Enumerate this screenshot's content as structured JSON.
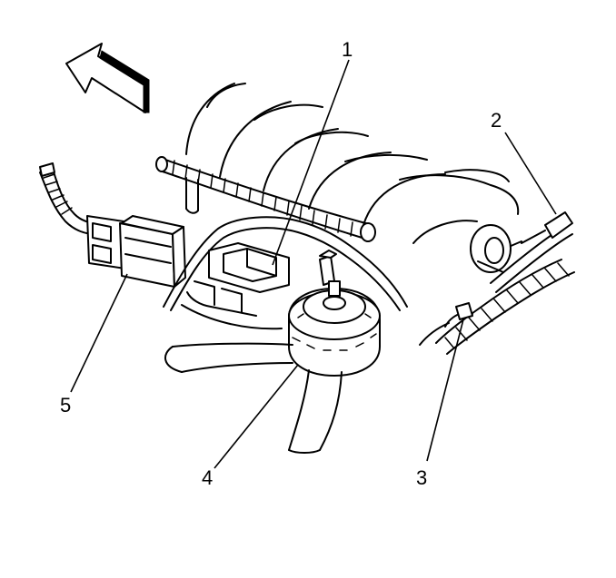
{
  "diagram": {
    "callouts": [
      {
        "id": "callout-1",
        "label": "1"
      },
      {
        "id": "callout-2",
        "label": "2"
      },
      {
        "id": "callout-3",
        "label": "3"
      },
      {
        "id": "callout-4",
        "label": "4"
      },
      {
        "id": "callout-5",
        "label": "5"
      }
    ],
    "colors": {
      "ink": "#000000",
      "paper": "#ffffff"
    },
    "icons": [
      "direction-arrow-icon"
    ]
  }
}
